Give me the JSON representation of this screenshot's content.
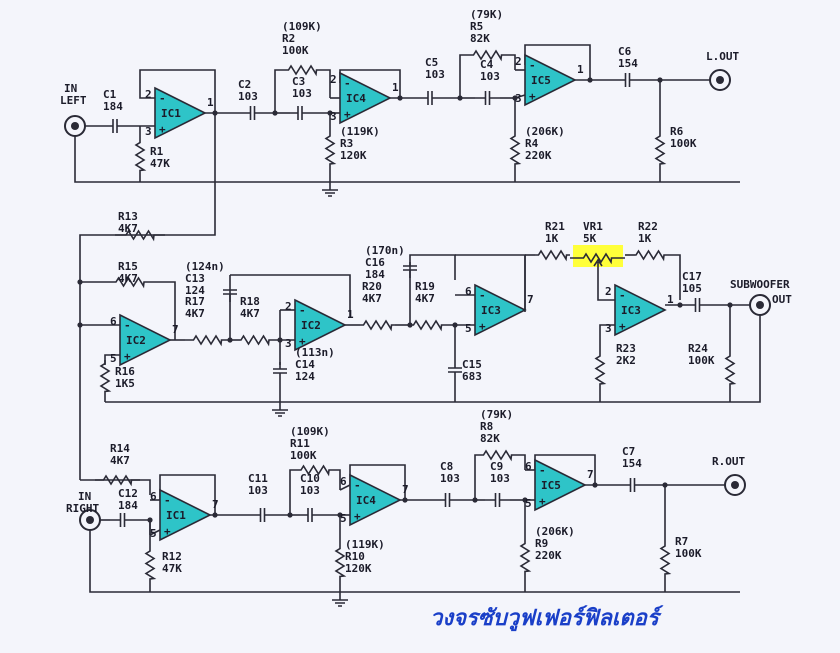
{
  "colors": {
    "opamp_fill": "#2ec4c8",
    "wire": "#2a2a36",
    "highlight": "#ffff3a",
    "caption": "#1a3fc8",
    "background": "#f4f5fb"
  },
  "caption": "วงจรซับวูฟเฟอร์ฟิลเตอร์",
  "opamps": {
    "ic1_top": "IC1",
    "ic4_top": "IC4",
    "ic5_top": "IC5",
    "ic2_a": "IC2",
    "ic2_b": "IC2",
    "ic3_a": "IC3",
    "ic3_b": "IC3",
    "ic1_bot": "IC1",
    "ic4_bot": "IC4",
    "ic5_bot": "IC5"
  },
  "ports": {
    "in_left": [
      "IN",
      "LEFT"
    ],
    "l_out": "L.OUT",
    "sub_out": [
      "SUBWOOFER",
      "OUT"
    ],
    "in_right": [
      "IN",
      "RIGHT"
    ],
    "r_out": "R.OUT"
  },
  "components": [
    {
      "id": "c1",
      "lines": [
        "C1",
        "184"
      ]
    },
    {
      "id": "r1",
      "lines": [
        "R1",
        "47K"
      ]
    },
    {
      "id": "c2",
      "lines": [
        "C2",
        "103"
      ]
    },
    {
      "id": "r2",
      "lines": [
        "(109K)",
        "R2",
        "100K"
      ]
    },
    {
      "id": "c3",
      "lines": [
        "C3",
        "103"
      ]
    },
    {
      "id": "r3",
      "lines": [
        "(119K)",
        "R3",
        "120K"
      ]
    },
    {
      "id": "c5",
      "lines": [
        "C5",
        "103"
      ]
    },
    {
      "id": "r5",
      "lines": [
        "(79K)",
        "R5",
        "82K"
      ]
    },
    {
      "id": "c4",
      "lines": [
        "C4",
        "103"
      ]
    },
    {
      "id": "r4",
      "lines": [
        "(206K)",
        "R4",
        "220K"
      ]
    },
    {
      "id": "c6",
      "lines": [
        "C6",
        "154"
      ]
    },
    {
      "id": "r6",
      "lines": [
        "R6",
        "100K"
      ]
    },
    {
      "id": "r13",
      "lines": [
        "R13",
        "4K7"
      ]
    },
    {
      "id": "r15",
      "lines": [
        "R15",
        "4K7"
      ]
    },
    {
      "id": "r16",
      "lines": [
        "R16",
        "1K5"
      ]
    },
    {
      "id": "r17",
      "lines": [
        "R17",
        "4K7"
      ]
    },
    {
      "id": "c13",
      "lines": [
        "(124n)",
        "C13",
        "124"
      ]
    },
    {
      "id": "r18",
      "lines": [
        "R18",
        "4K7"
      ]
    },
    {
      "id": "c14",
      "lines": [
        "(113n)",
        "C14",
        "124"
      ]
    },
    {
      "id": "c16",
      "lines": [
        "(170n)",
        "C16",
        "184"
      ]
    },
    {
      "id": "r20",
      "lines": [
        "R20",
        "4K7"
      ]
    },
    {
      "id": "r19",
      "lines": [
        "R19",
        "4K7"
      ]
    },
    {
      "id": "c15",
      "lines": [
        "C15",
        "683"
      ]
    },
    {
      "id": "r21",
      "lines": [
        "R21",
        "1K"
      ]
    },
    {
      "id": "vr1",
      "lines": [
        "VR1",
        "5K"
      ]
    },
    {
      "id": "r22",
      "lines": [
        "R22",
        "1K"
      ]
    },
    {
      "id": "c17",
      "lines": [
        "C17",
        "105"
      ]
    },
    {
      "id": "r23",
      "lines": [
        "R23",
        "2K2"
      ]
    },
    {
      "id": "r24",
      "lines": [
        "R24",
        "100K"
      ]
    },
    {
      "id": "r14",
      "lines": [
        "R14",
        "4K7"
      ]
    },
    {
      "id": "c12",
      "lines": [
        "C12",
        "184"
      ]
    },
    {
      "id": "r12",
      "lines": [
        "R12",
        "47K"
      ]
    },
    {
      "id": "c11",
      "lines": [
        "C11",
        "103"
      ]
    },
    {
      "id": "r11",
      "lines": [
        "(109K)",
        "R11",
        "100K"
      ]
    },
    {
      "id": "c10",
      "lines": [
        "C10",
        "103"
      ]
    },
    {
      "id": "r10",
      "lines": [
        "(119K)",
        "R10",
        "120K"
      ]
    },
    {
      "id": "c8",
      "lines": [
        "C8",
        "103"
      ]
    },
    {
      "id": "r8",
      "lines": [
        "(79K)",
        "R8",
        "82K"
      ]
    },
    {
      "id": "c9",
      "lines": [
        "C9",
        "103"
      ]
    },
    {
      "id": "r9",
      "lines": [
        "(206K)",
        "R9",
        "220K"
      ]
    },
    {
      "id": "c7",
      "lines": [
        "C7",
        "154"
      ]
    },
    {
      "id": "r7",
      "lines": [
        "R7",
        "100K"
      ]
    }
  ]
}
